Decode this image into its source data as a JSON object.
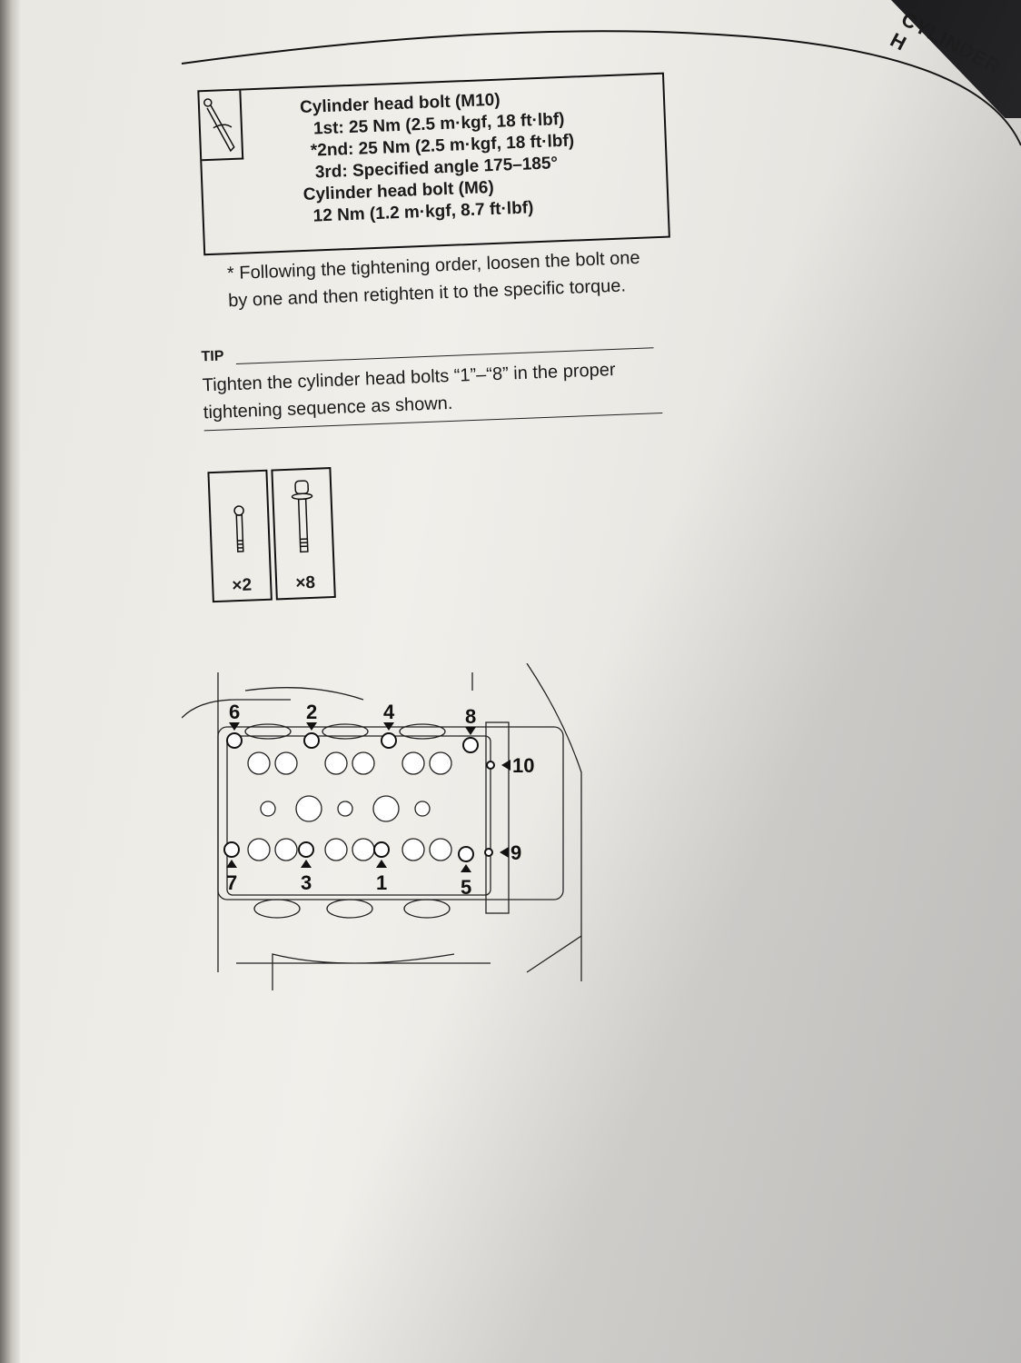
{
  "header": {
    "section_title": "CYLINDER H"
  },
  "torque_spec": {
    "tool_icon": "torque-wrench-icon",
    "lines": [
      "Cylinder head bolt (M10)",
      "1st: 25 Nm (2.5 m·kgf, 18 ft·lbf)",
      "*2nd: 25 Nm (2.5 m·kgf, 18 ft·lbf)",
      "3rd: Specified angle 175–185°",
      "Cylinder head bolt (M6)",
      "12 Nm (1.2 m·kgf, 8.7 ft·lbf)"
    ]
  },
  "footnote": "* Following the tightening order, loosen the bolt one by one and then retighten it to the specific torque.",
  "tip": {
    "label": "TIP",
    "text": "Tighten the cylinder head bolts “1”–“8” in the proper tightening sequence as shown."
  },
  "bolts": [
    {
      "type": "M6 bolt",
      "qty": "×2"
    },
    {
      "type": "M10 bolt with washer",
      "qty": "×8"
    }
  ],
  "diagram": {
    "callouts": [
      "1",
      "2",
      "3",
      "4",
      "5",
      "6",
      "7",
      "8",
      "9",
      "10"
    ]
  }
}
